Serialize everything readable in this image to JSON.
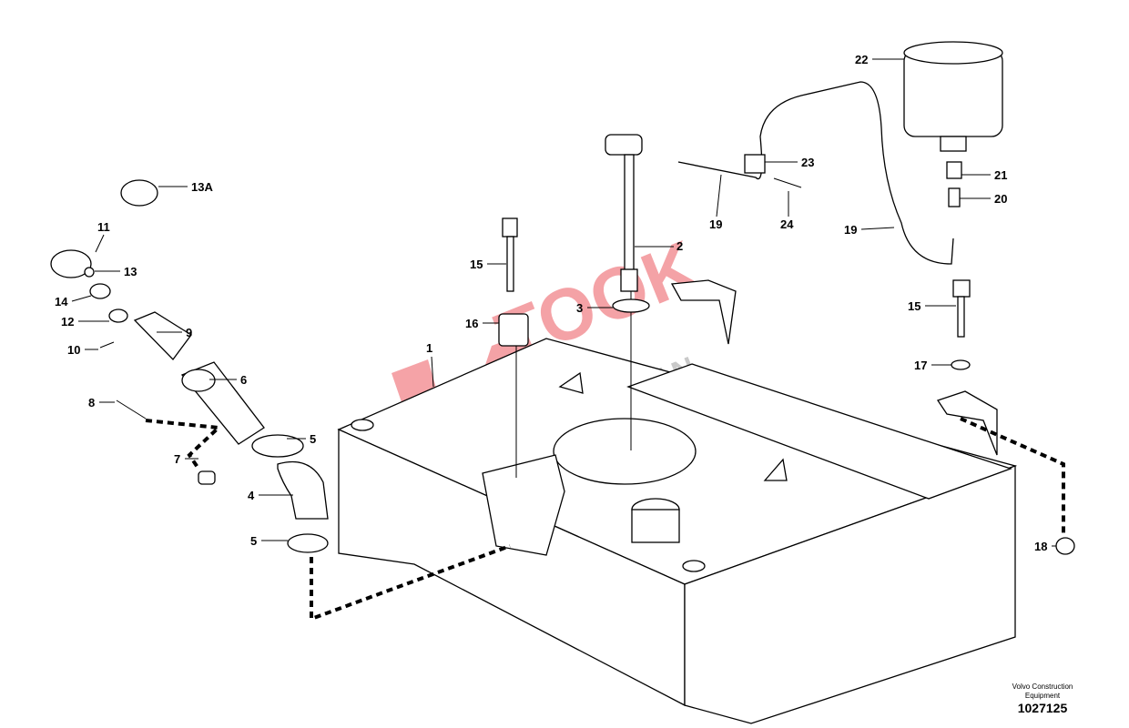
{
  "watermark": {
    "line1": "VOLTOOK",
    "line2": "SHIZUMAN",
    "color": "#e8323c"
  },
  "labels": {
    "l1": "1",
    "l2": "2",
    "l3": "3",
    "l4": "4",
    "l5a": "5",
    "l5b": "5",
    "l6": "6",
    "l7": "7",
    "l8": "8",
    "l9": "9",
    "l10": "10",
    "l11": "11",
    "l12": "12",
    "l13": "13",
    "l13a": "13A",
    "l14": "14",
    "l15a": "15",
    "l15b": "15",
    "l16": "16",
    "l17": "17",
    "l18": "18",
    "l19a": "19",
    "l19b": "19",
    "l20": "20",
    "l21": "21",
    "l22": "22",
    "l23": "23",
    "l24": "24"
  },
  "footer": {
    "credit": "Volvo Construction Equipment",
    "doc_number": "1027125"
  }
}
